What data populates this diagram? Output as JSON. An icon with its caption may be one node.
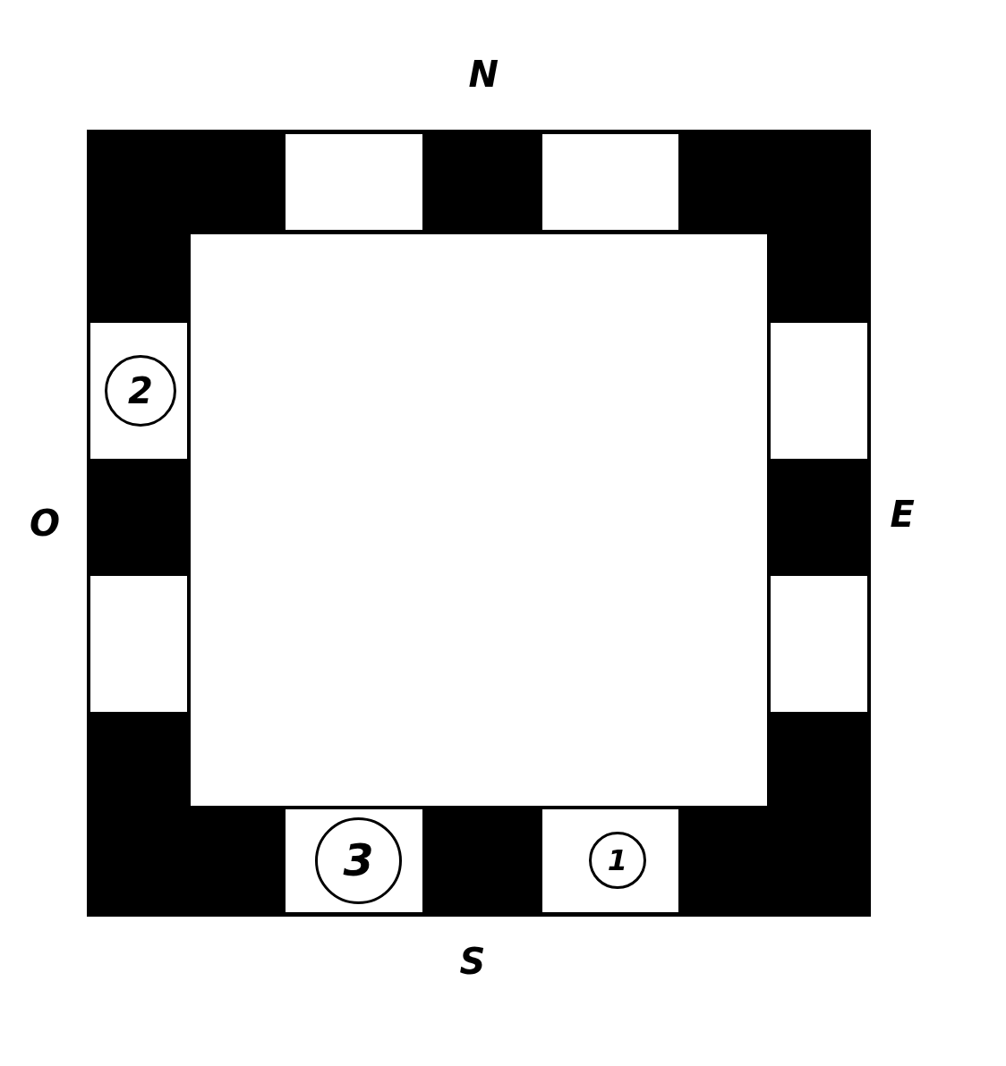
{
  "diagram": {
    "nodes": [
      {
        "text": [],
        "shape": "box"
      },
      {
        "text": [],
        "shape": "box",
        "in": 0
      },
      {
        "text": [],
        "shape": "box",
        "in": 0
      },
      {
        "text": [],
        "shape": "box",
        "in": 0
      },
      {
        "text": [
          "2"
        ],
        "in": 3
      },
      {
        "text": [],
        "shape": "box",
        "in": 0
      },
      {
        "text": [],
        "shape": "box",
        "in": 0
      },
      {
        "text": [],
        "shape": "box",
        "in": 0
      },
      {
        "text": [],
        "shape": "box",
        "in": 0
      },
      {
        "text": [
          "3"
        ],
        "in": 8
      },
      {
        "text": [],
        "shape": "box",
        "in": 0
      },
      {
        "text": [
          "1"
        ],
        "in": 10
      }
    ],
    "edges": [],
    "labels": [
      "N",
      "O",
      "E",
      "S"
    ]
  }
}
